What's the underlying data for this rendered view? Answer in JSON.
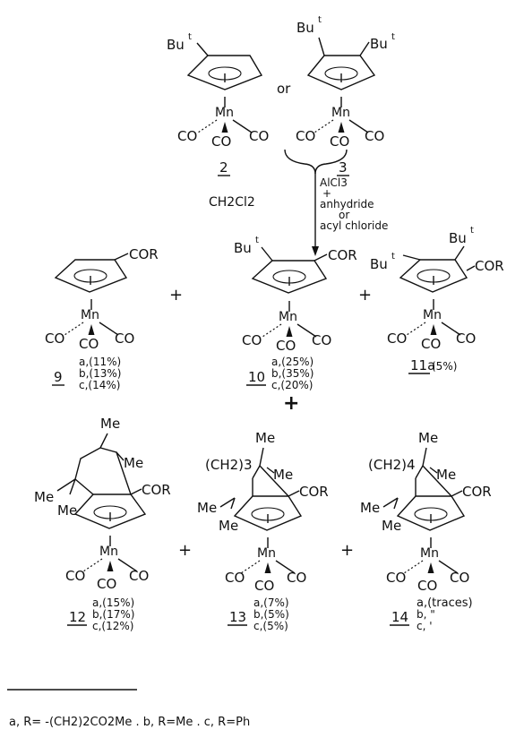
{
  "labels": {
    "or": "or",
    "plus": "+",
    "bu": "Bu",
    "t": "t",
    "mn": "Mn",
    "co": "CO",
    "cor": "COR",
    "me": "Me",
    "ch2_3": "(CH2)3",
    "ch2_4": "(CH2)4"
  },
  "conditions": {
    "solvent": "CH2Cl2",
    "reagent_1": "AlCl3",
    "reagent_plus": "+",
    "reagent_2": "anhydride",
    "reagent_or": "or",
    "reagent_3": "acyl chloride"
  },
  "compounds": {
    "c2": {
      "number": "2"
    },
    "c3": {
      "number": "3"
    },
    "c9": {
      "number": "9",
      "yields": [
        "a,(11%)",
        "b,(13%)",
        "c,(14%)"
      ]
    },
    "c10": {
      "number": "10",
      "yields": [
        "a,(25%)",
        "b,(35%)",
        "c,(20%)"
      ]
    },
    "c11": {
      "number": "11a",
      "yield": "(5%)"
    },
    "c12": {
      "number": "12",
      "yields": [
        "a,(15%)",
        "b,(17%)",
        "c,(12%)"
      ]
    },
    "c13": {
      "number": "13",
      "yields": [
        "a,(7%)",
        "b,(5%)",
        "c,(5%)"
      ]
    },
    "c14": {
      "number": "14",
      "yields": [
        "a,(traces)",
        "b,      \"",
        "c,      '"
      ]
    }
  },
  "footnote": "a, R= -(CH2)2CO2Me  . b, R=Me  . c, R=Ph"
}
